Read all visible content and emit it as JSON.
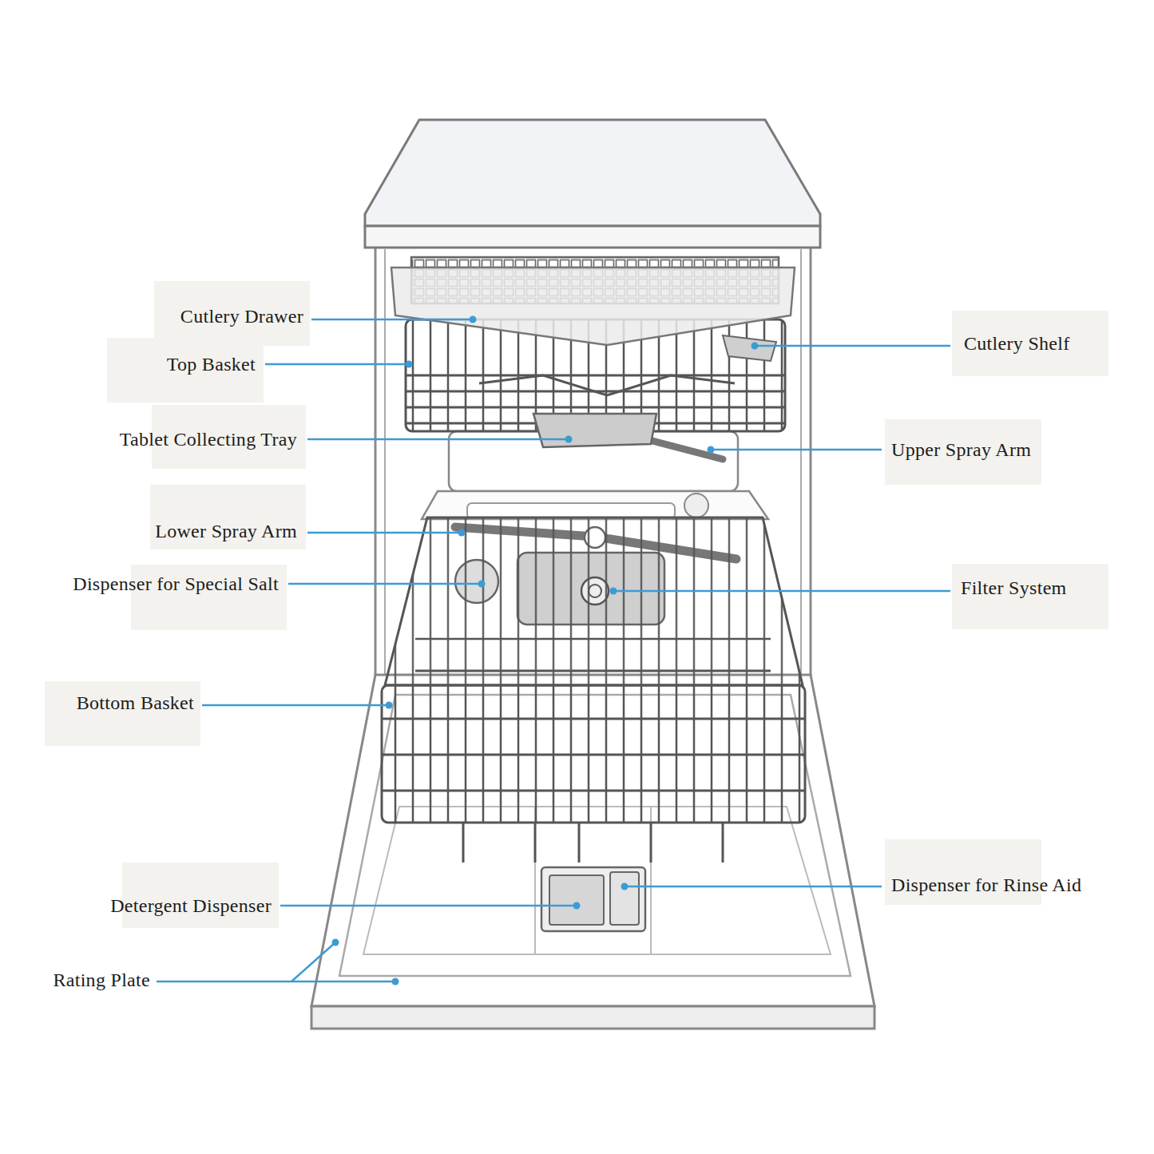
{
  "diagram": {
    "labels": [
      "Cutlery Drawer",
      "Cutlery Shelf",
      "Top Basket",
      "Tablet Collecting Tray",
      "Upper Spray Arm",
      "Lower Spray Arm",
      "Dispenser for Special Salt",
      "Filter System",
      "Bottom Basket",
      "Dispenser for Rinse Aid",
      "Detergent Dispenser",
      "Rating Plate"
    ]
  }
}
